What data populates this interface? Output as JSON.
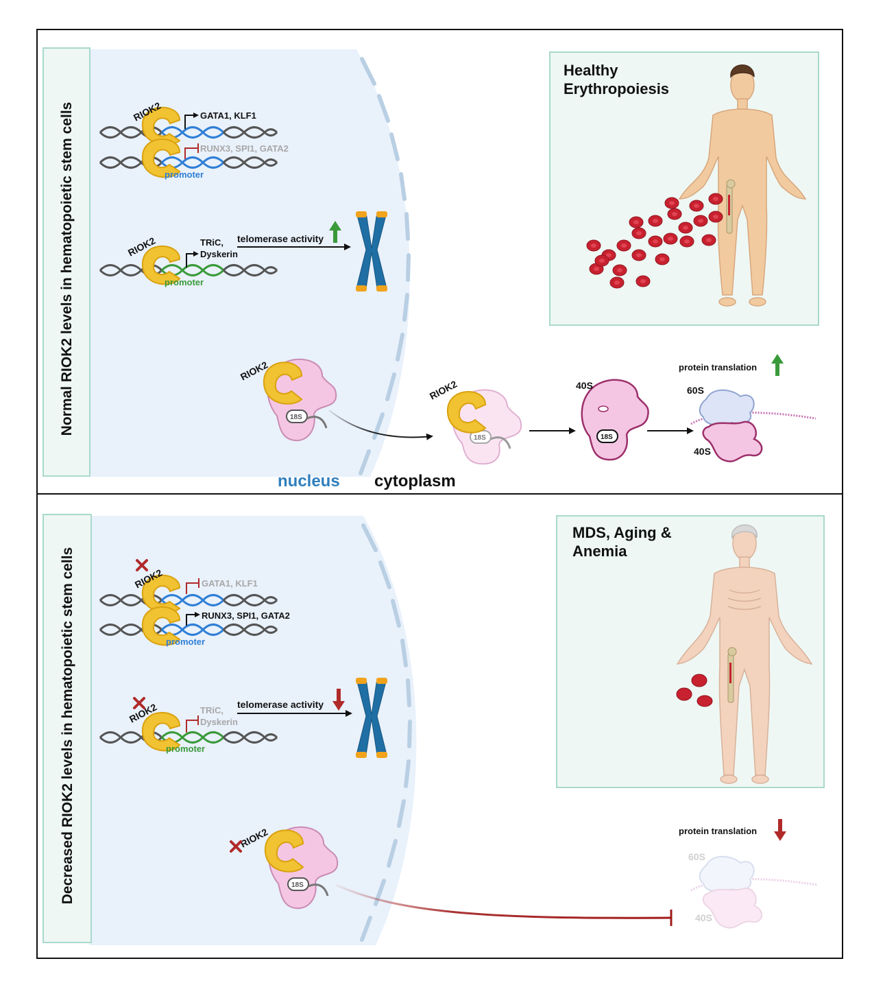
{
  "panels": [
    {
      "side_label": "Normal RIOK2 levels in hematopoietic stem cells",
      "riok2_label": "RIOK2",
      "gene_row1": "GATA1, KLF1",
      "gene_row2": "RUNX3, SPI1, GATA2",
      "promoter_label": "promoter",
      "tric_label": "TRiC,",
      "dyskerin_label": "Dyskerin",
      "telomerase_label": "telomerase activity",
      "telomerase_trend": "up",
      "rrna_label": "18S",
      "ribosome_40s": "40S",
      "ribosome_60s": "60S",
      "translation_label": "protein translation",
      "translation_trend": "up",
      "outcome_title_line1": "Healthy",
      "outcome_title_line2": "Erythropoiesis",
      "nucleus_label": "nucleus",
      "cytoplasm_label": "cytoplasm"
    },
    {
      "side_label": "Decreased RIOK2 levels in hematopoietic stem cells",
      "riok2_label": "RIOK2",
      "gene_row1": "GATA1, KLF1",
      "gene_row2": "RUNX3, SPI1, GATA2",
      "promoter_label": "promoter",
      "tric_label": "TRiC,",
      "dyskerin_label": "Dyskerin",
      "telomerase_label": "telomerase activity",
      "telomerase_trend": "down",
      "rrna_label": "18S",
      "ribosome_40s": "40S",
      "ribosome_60s": "60S",
      "translation_label": "protein translation",
      "translation_trend": "down",
      "outcome_title_line1": "MDS, Aging &",
      "outcome_title_line2": "Anemia"
    }
  ],
  "colors": {
    "frame": "#111111",
    "nucleus_fill": "#e9f1fb",
    "envelope": "#b9cfe3",
    "panel_box_border": "#a9d9cd",
    "panel_box_fill": "#eef7f3",
    "riok2": "#f1c232",
    "dna_blue": "#2f7fd6",
    "dna_green": "#3a9a3a",
    "dna_gray": "#555555",
    "promoter_blue": "#2f7fd6",
    "promoter_green": "#3a9a3a",
    "faded_text": "#a8a8a8",
    "ribosome_pink": "#f4c6e3",
    "ribosome_border": "#b4467e",
    "ribosome_60s": "#dde4f7",
    "mrna": "#c774b4",
    "rbc": "#c8212f",
    "up_arrow": "#3a9a3a",
    "down_arrow": "#b02a2a",
    "inhibit": "#a11b1b",
    "chromosome": "#1f6fa5",
    "telomere": "#f1a31b",
    "nucleus_text": "#2f7fbd",
    "skin_healthy": "#f2caa0",
    "skin_aged": "#f3d3bd"
  }
}
